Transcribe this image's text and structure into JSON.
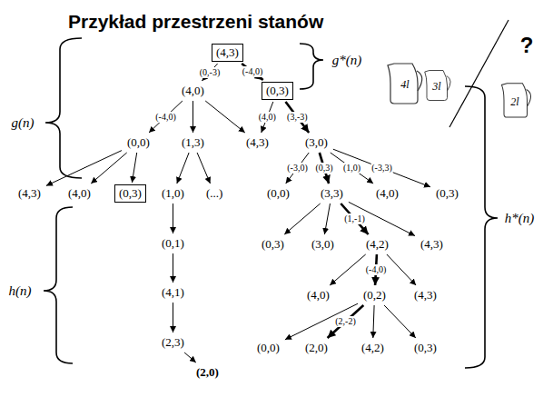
{
  "diagram": {
    "title": "Przykład przestrzeni stanów",
    "nodes": [
      {
        "text": [
          "(4,3)"
        ]
      },
      {
        "text": [
          "(4,0)"
        ]
      },
      {
        "text": [
          "(0,3)"
        ]
      },
      {
        "text": [
          "(0,0)"
        ]
      },
      {
        "text": [
          "(1,3)"
        ]
      },
      {
        "text": [
          "(4,3)"
        ]
      },
      {
        "text": [
          "(3,0)"
        ]
      },
      {
        "text": [
          "(4,3)"
        ]
      },
      {
        "text": [
          "(4,0)"
        ]
      },
      {
        "text": [
          "(0,3)"
        ]
      },
      {
        "text": [
          "(1,0)"
        ]
      },
      {
        "text": [
          "(...)"
        ]
      },
      {
        "text": [
          "(0,0)"
        ]
      },
      {
        "text": [
          "(3,3)"
        ]
      },
      {
        "text": [
          "(4,0)"
        ]
      },
      {
        "text": [
          "(0,3)"
        ]
      },
      {
        "text": [
          "(0,1)"
        ]
      },
      {
        "text": [
          "(4,1)"
        ]
      },
      {
        "text": [
          "(2,3)"
        ]
      },
      {
        "text": [
          "(2,0)"
        ]
      },
      {
        "text": [
          "(0,3)"
        ]
      },
      {
        "text": [
          "(3,0)"
        ]
      },
      {
        "text": [
          "(4,2)"
        ]
      },
      {
        "text": [
          "(4,3)"
        ]
      },
      {
        "text": [
          "(4,0)"
        ]
      },
      {
        "text": [
          "(0,2)"
        ]
      },
      {
        "text": [
          "(4,3)"
        ]
      },
      {
        "text": [
          "(0,0)"
        ]
      },
      {
        "text": [
          "(2,0)"
        ]
      },
      {
        "text": [
          "(4,2)"
        ]
      },
      {
        "text": [
          "(0,3)"
        ]
      }
    ],
    "edges": [
      {
        "from": 0,
        "to": 1,
        "arrow": "to",
        "label": "(0,-3)"
      },
      {
        "from": 0,
        "to": 2,
        "arrow": "to",
        "label": "(-4,0)"
      },
      {
        "from": 1,
        "to": 3,
        "arrow": "to",
        "label": "(-4,0)"
      },
      {
        "from": 1,
        "to": 4,
        "arrow": "to"
      },
      {
        "from": 1,
        "to": 5,
        "arrow": "to"
      },
      {
        "from": 2,
        "to": 5,
        "arrow": "to",
        "label": "(4,0)"
      },
      {
        "from": 2,
        "to": 6,
        "arrow": "to",
        "label": "(3,-3)"
      },
      {
        "from": 6,
        "to": 12,
        "arrow": "to",
        "label": "(-3,0)"
      },
      {
        "from": 6,
        "to": 13,
        "arrow": "to",
        "label": "(0,3)"
      },
      {
        "from": 6,
        "to": 14,
        "arrow": "to",
        "label": "(1,0)"
      },
      {
        "from": 6,
        "to": 15,
        "arrow": "to",
        "label": "(-3,3)"
      },
      {
        "from": 3,
        "to": 7,
        "arrow": "to"
      },
      {
        "from": 3,
        "to": 8,
        "arrow": "to"
      },
      {
        "from": 3,
        "to": 9,
        "arrow": "to"
      },
      {
        "from": 4,
        "to": 10,
        "arrow": "to"
      },
      {
        "from": 4,
        "to": 11,
        "arrow": "to"
      },
      {
        "from": 10,
        "to": 16,
        "arrow": "to"
      },
      {
        "from": 16,
        "to": 17,
        "arrow": "to"
      },
      {
        "from": 17,
        "to": 18,
        "arrow": "to"
      },
      {
        "from": 18,
        "to": 19,
        "arrow": "to"
      },
      {
        "from": 13,
        "to": 20,
        "arrow": "to"
      },
      {
        "from": 13,
        "to": 21,
        "arrow": "to"
      },
      {
        "from": 13,
        "to": 22,
        "arrow": "to",
        "label": "(1,-1)"
      },
      {
        "from": 13,
        "to": 23,
        "arrow": "to"
      },
      {
        "from": 22,
        "to": 24,
        "arrow": "to"
      },
      {
        "from": 22,
        "to": 25,
        "arrow": "to",
        "label": "(-4,0)"
      },
      {
        "from": 22,
        "to": 26,
        "arrow": "to"
      },
      {
        "from": 25,
        "to": 27,
        "arrow": "to"
      },
      {
        "from": 25,
        "to": 28,
        "arrow": "to",
        "label": "(2,-2)"
      },
      {
        "from": 25,
        "to": 29,
        "arrow": "to"
      },
      {
        "from": 25,
        "to": 30,
        "arrow": "to"
      }
    ],
    "labels": [
      "g(n)",
      "g*(n)",
      "h(n)",
      "h*(n)",
      "4l",
      "3l",
      "?",
      "2l"
    ]
  }
}
